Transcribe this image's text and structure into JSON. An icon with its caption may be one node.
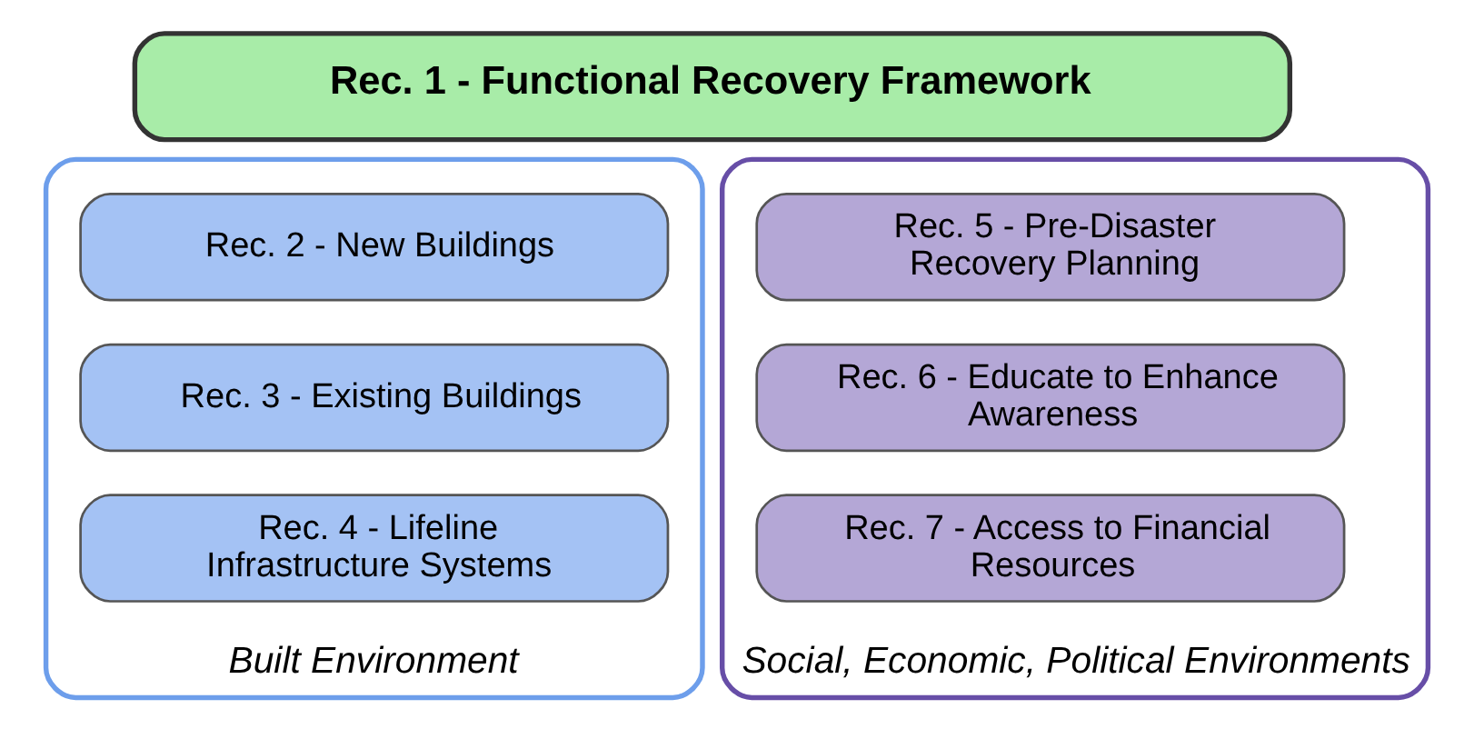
{
  "diagram": {
    "nodes": [
      {
        "text": [
          "Rec. 1 - Functional Recovery Framework"
        ]
      },
      {
        "text": [
          "Built Environment"
        ]
      },
      {
        "text": [
          "Rec. 2 - New Buildings"
        ],
        "in": 1
      },
      {
        "text": [
          "Rec. 3 - Existing Buildings"
        ],
        "in": 1
      },
      {
        "text": [
          "Rec. 4 - Lifeline Infrastructure Systems"
        ],
        "in": 1
      },
      {
        "text": [
          "Social, Economic, Political Environments"
        ]
      },
      {
        "text": [
          "Rec. 5 - Pre-Disaster Recovery Planning"
        ],
        "in": 5
      },
      {
        "text": [
          "Rec. 6 - Educate to Enhance Awareness"
        ],
        "in": 5
      },
      {
        "text": [
          "Rec. 7 - Access to Financial Resources"
        ],
        "in": 5
      }
    ],
    "edges": []
  }
}
